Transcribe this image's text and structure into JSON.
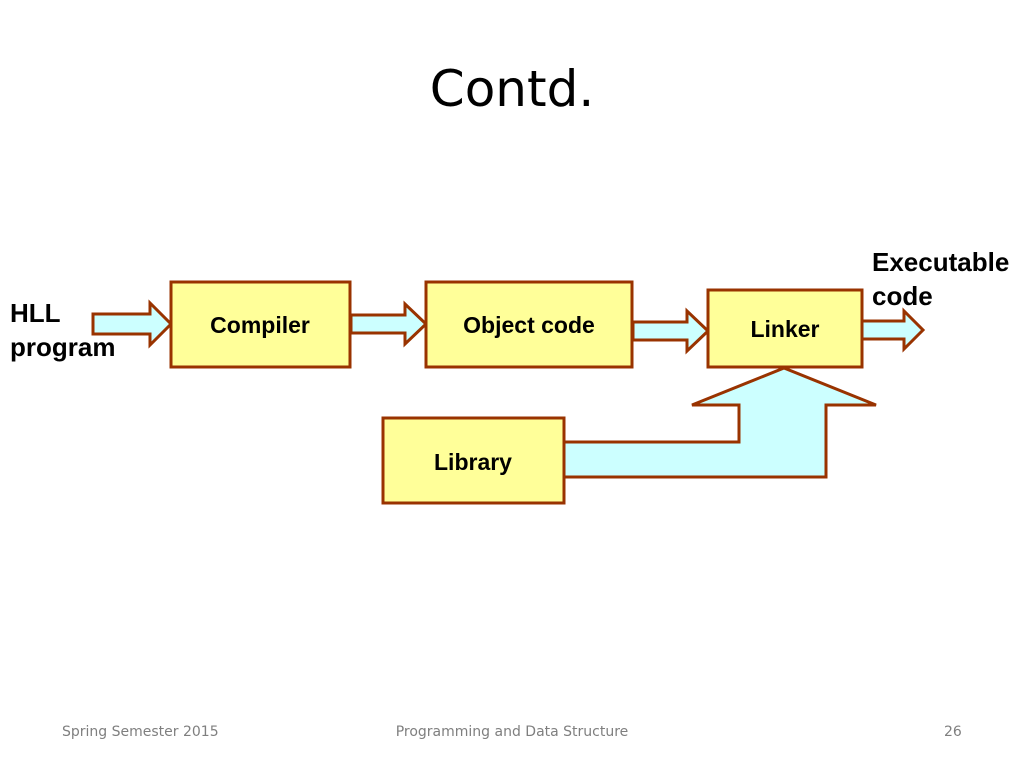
{
  "slide": {
    "title": "Contd."
  },
  "diagram": {
    "input_label_line1": "HLL",
    "input_label_line2": "program",
    "output_label_line1": "Executable",
    "output_label_line2": "code",
    "nodes": {
      "compiler": "Compiler",
      "object_code": "Object code",
      "linker": "Linker",
      "library": "Library"
    },
    "colors": {
      "box_fill": "#FFFF99",
      "border": "#993300",
      "arrow_fill": "#CCFFFF"
    }
  },
  "footer": {
    "left": "Spring Semester 2015",
    "center": "Programming and Data Structure",
    "page_number": "26"
  }
}
